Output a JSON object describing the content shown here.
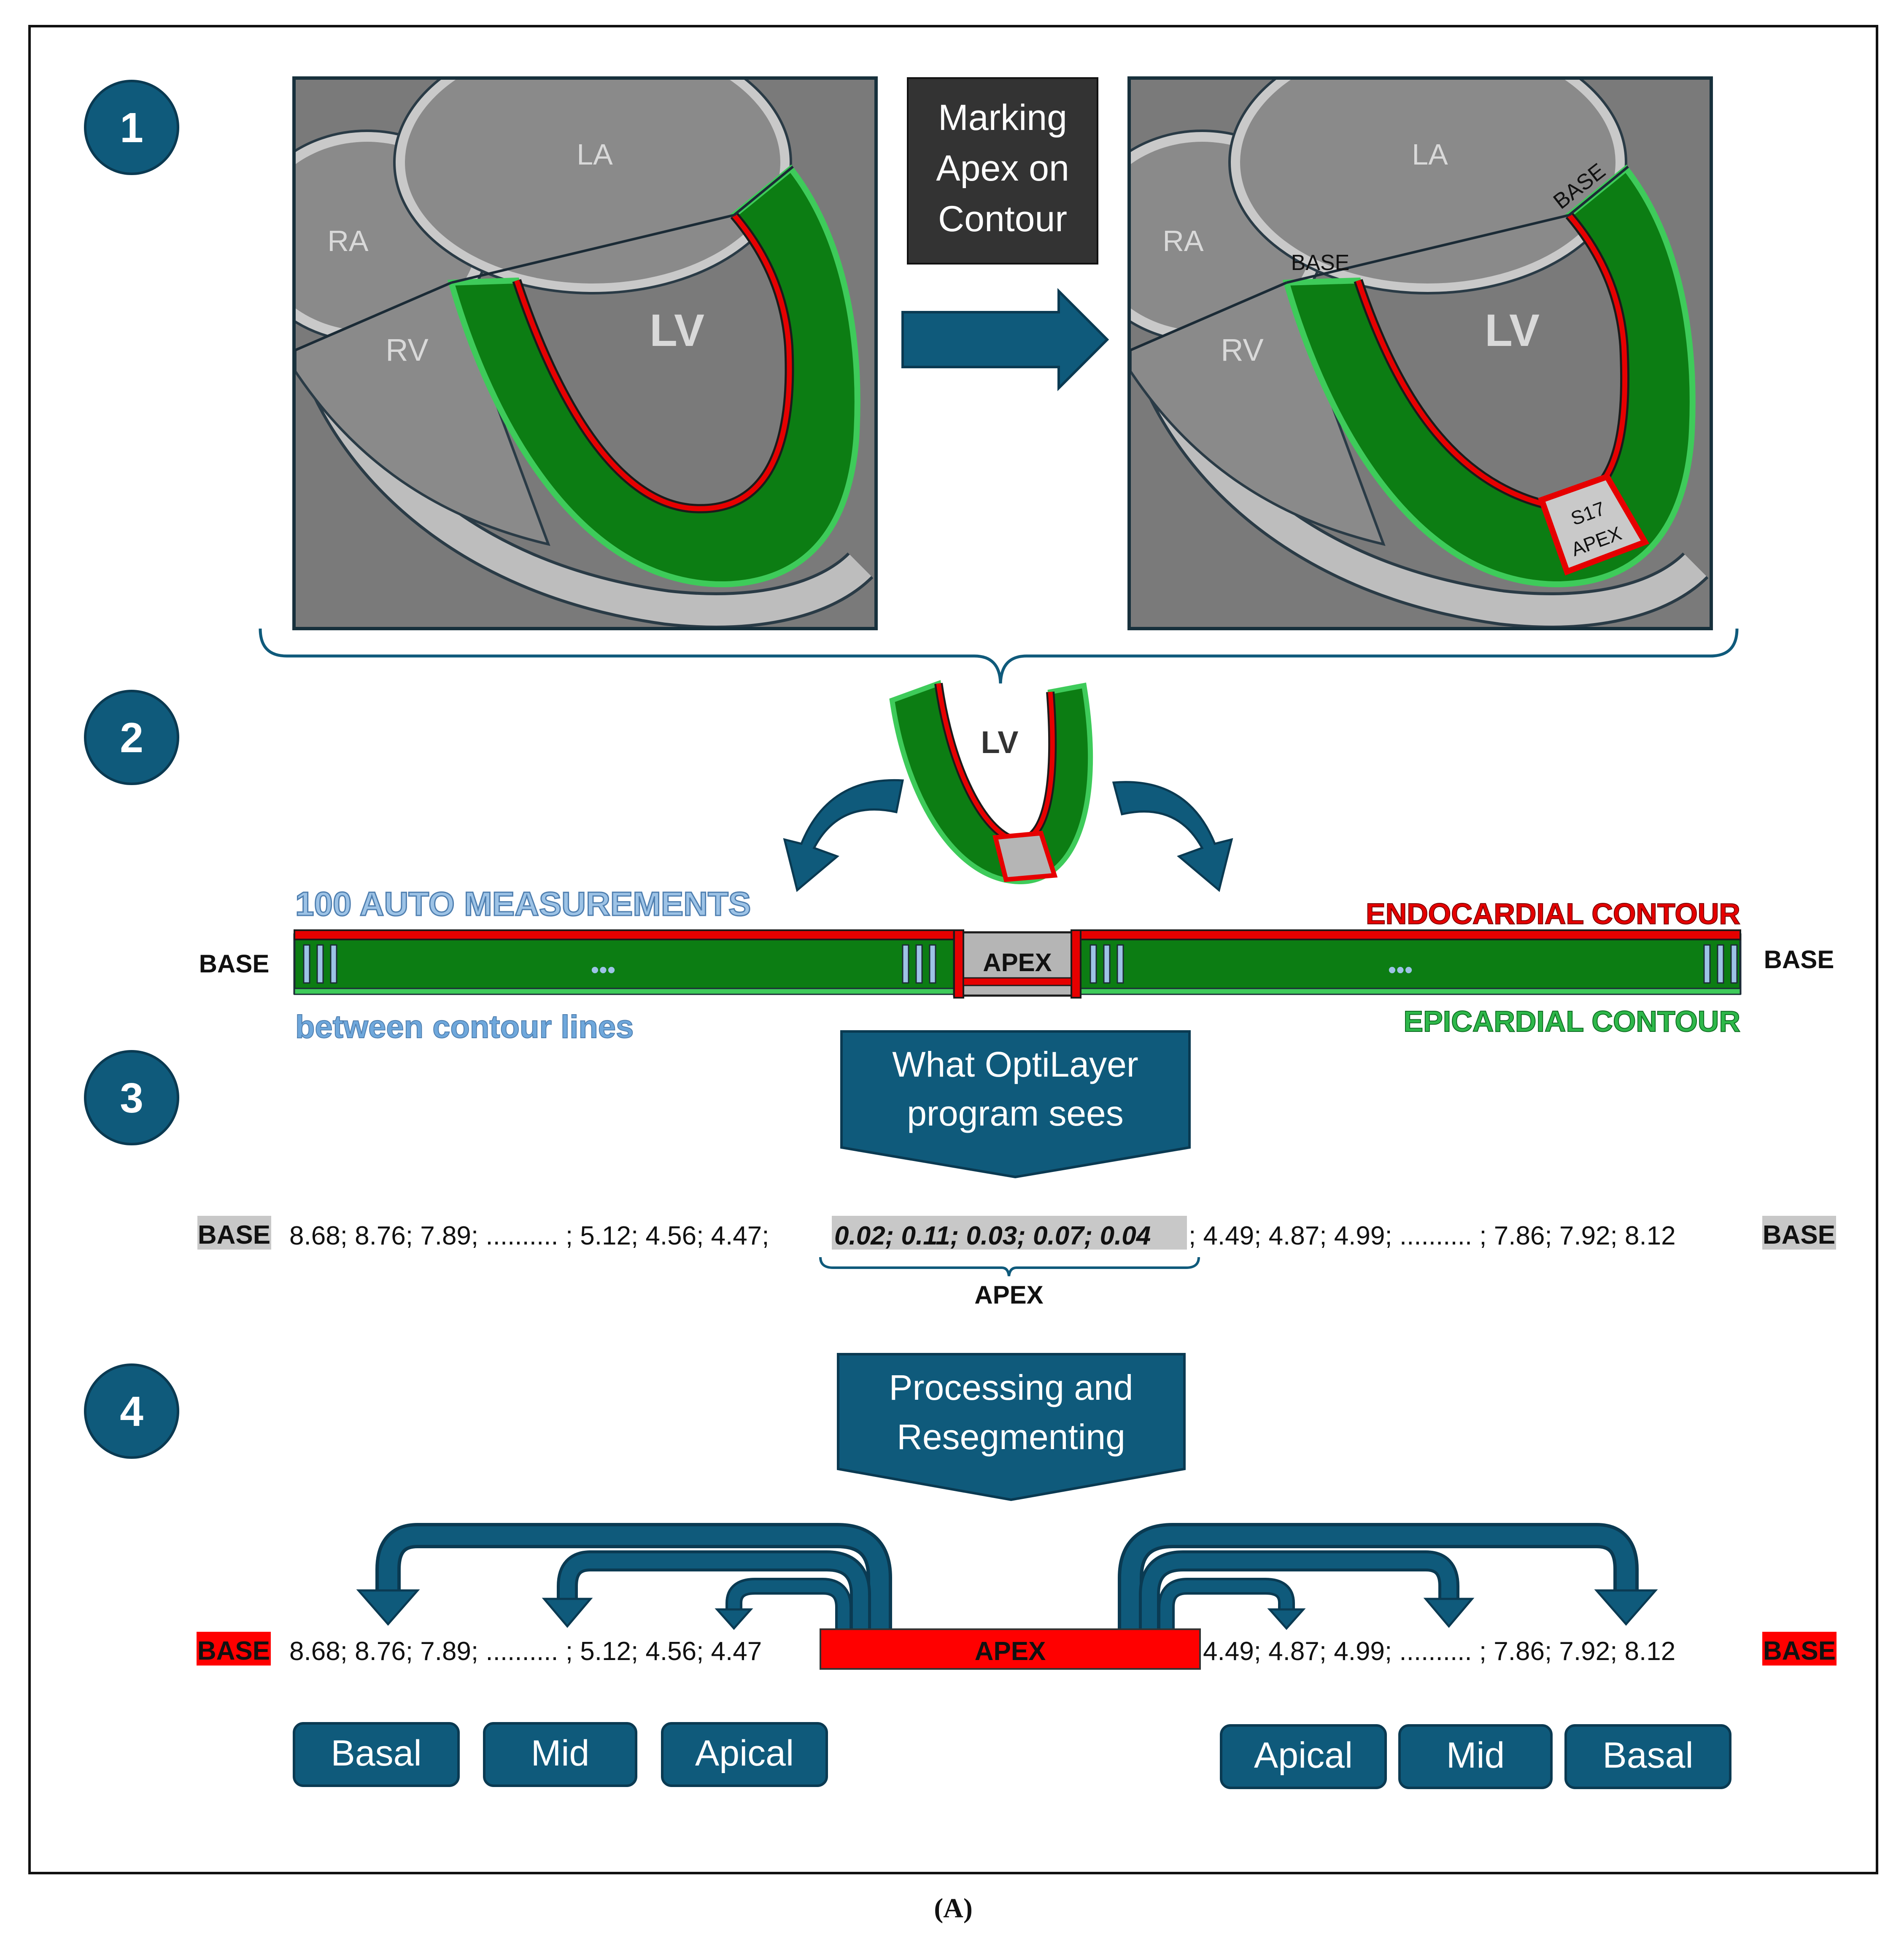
{
  "steps": [
    "1",
    "2",
    "3",
    "4"
  ],
  "panel1": {
    "before": {
      "la": "LA",
      "ra": "RA",
      "rv": "RV",
      "lv": "LV"
    },
    "arrow_box": [
      "Marking",
      "Apex on",
      "Contour"
    ],
    "after": {
      "la": "LA",
      "ra": "RA",
      "rv": "RV",
      "lv": "LV",
      "base_left": "BASE",
      "base_right": "BASE",
      "apex_line1": "S17",
      "apex_line2": "APEX"
    }
  },
  "panel2": {
    "lv": "LV",
    "auto_measurements": "100 AUTO MEASUREMENTS",
    "between": "between contour lines",
    "endocardial": "ENDOCARDIAL CONTOUR",
    "epicardial": "EPICARDIAL CONTOUR",
    "base_left": "BASE",
    "base_right": "BASE",
    "apex": "APEX",
    "ellipsis": "•••"
  },
  "panel3": {
    "box": [
      "What OptiLayer",
      "program sees"
    ],
    "base_left": "BASE",
    "base_right": "BASE",
    "left_values": "8.68; 8.76; 7.89; .......... ; 5.12; 4.56; 4.47;",
    "apex_values": "0.02; 0.11; 0.03; 0.07; 0.04",
    "right_values": "; 4.49; 4.87; 4.99; .......... ; 7.86; 7.92; 8.12",
    "apex_label": "APEX"
  },
  "panel4": {
    "box": [
      "Processing and",
      "Resegmenting"
    ],
    "base_left": "BASE",
    "base_right": "BASE",
    "left_values": "8.68; 8.76; 7.89; .......... ; 5.12; 4.56; 4.47",
    "apex": "APEX",
    "right_values": "4.49; 4.87; 4.99; .......... ; 7.86; 7.92; 8.12",
    "segments_left": [
      "Basal",
      "Mid",
      "Apical"
    ],
    "segments_right": [
      "Apical",
      "Mid",
      "Basal"
    ]
  },
  "caption": "(A)",
  "colors": {
    "primary": "#0f5a7b",
    "myocardium": "#0c7d13",
    "contour_green": "#3ecb5a",
    "endocardium": "#e60000",
    "apex_red": "#ff0000",
    "background_gray": "#7a7a7a",
    "chamber_gray": "#8a8a8a",
    "measure_blue": "#9dc3e6"
  }
}
